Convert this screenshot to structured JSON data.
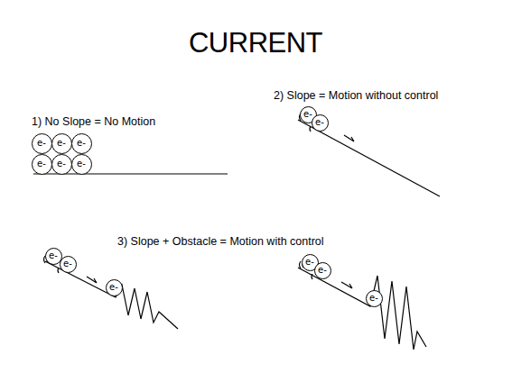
{
  "diagram": {
    "title": "CURRENT",
    "nodes": [
      {
        "text": [
          "e-"
        ]
      },
      {
        "text": [
          "e-"
        ]
      },
      {
        "text": [
          "e-"
        ]
      },
      {
        "text": [
          "e-"
        ]
      },
      {
        "text": [
          "e-"
        ]
      },
      {
        "text": [
          "e-"
        ]
      },
      {
        "text": [
          "e-"
        ]
      },
      {
        "text": [
          "e-"
        ]
      },
      {
        "text": [
          "e-"
        ]
      },
      {
        "text": [
          "e-"
        ]
      },
      {
        "text": [
          "e-"
        ]
      },
      {
        "text": [
          "e-"
        ]
      },
      {
        "text": [
          "e-"
        ]
      },
      {
        "text": [
          "e-"
        ]
      }
    ],
    "labels": [
      "1) No Slope = No Motion",
      "2) Slope = Motion without control",
      "3) Slope + Obstacle = Motion with control"
    ]
  }
}
